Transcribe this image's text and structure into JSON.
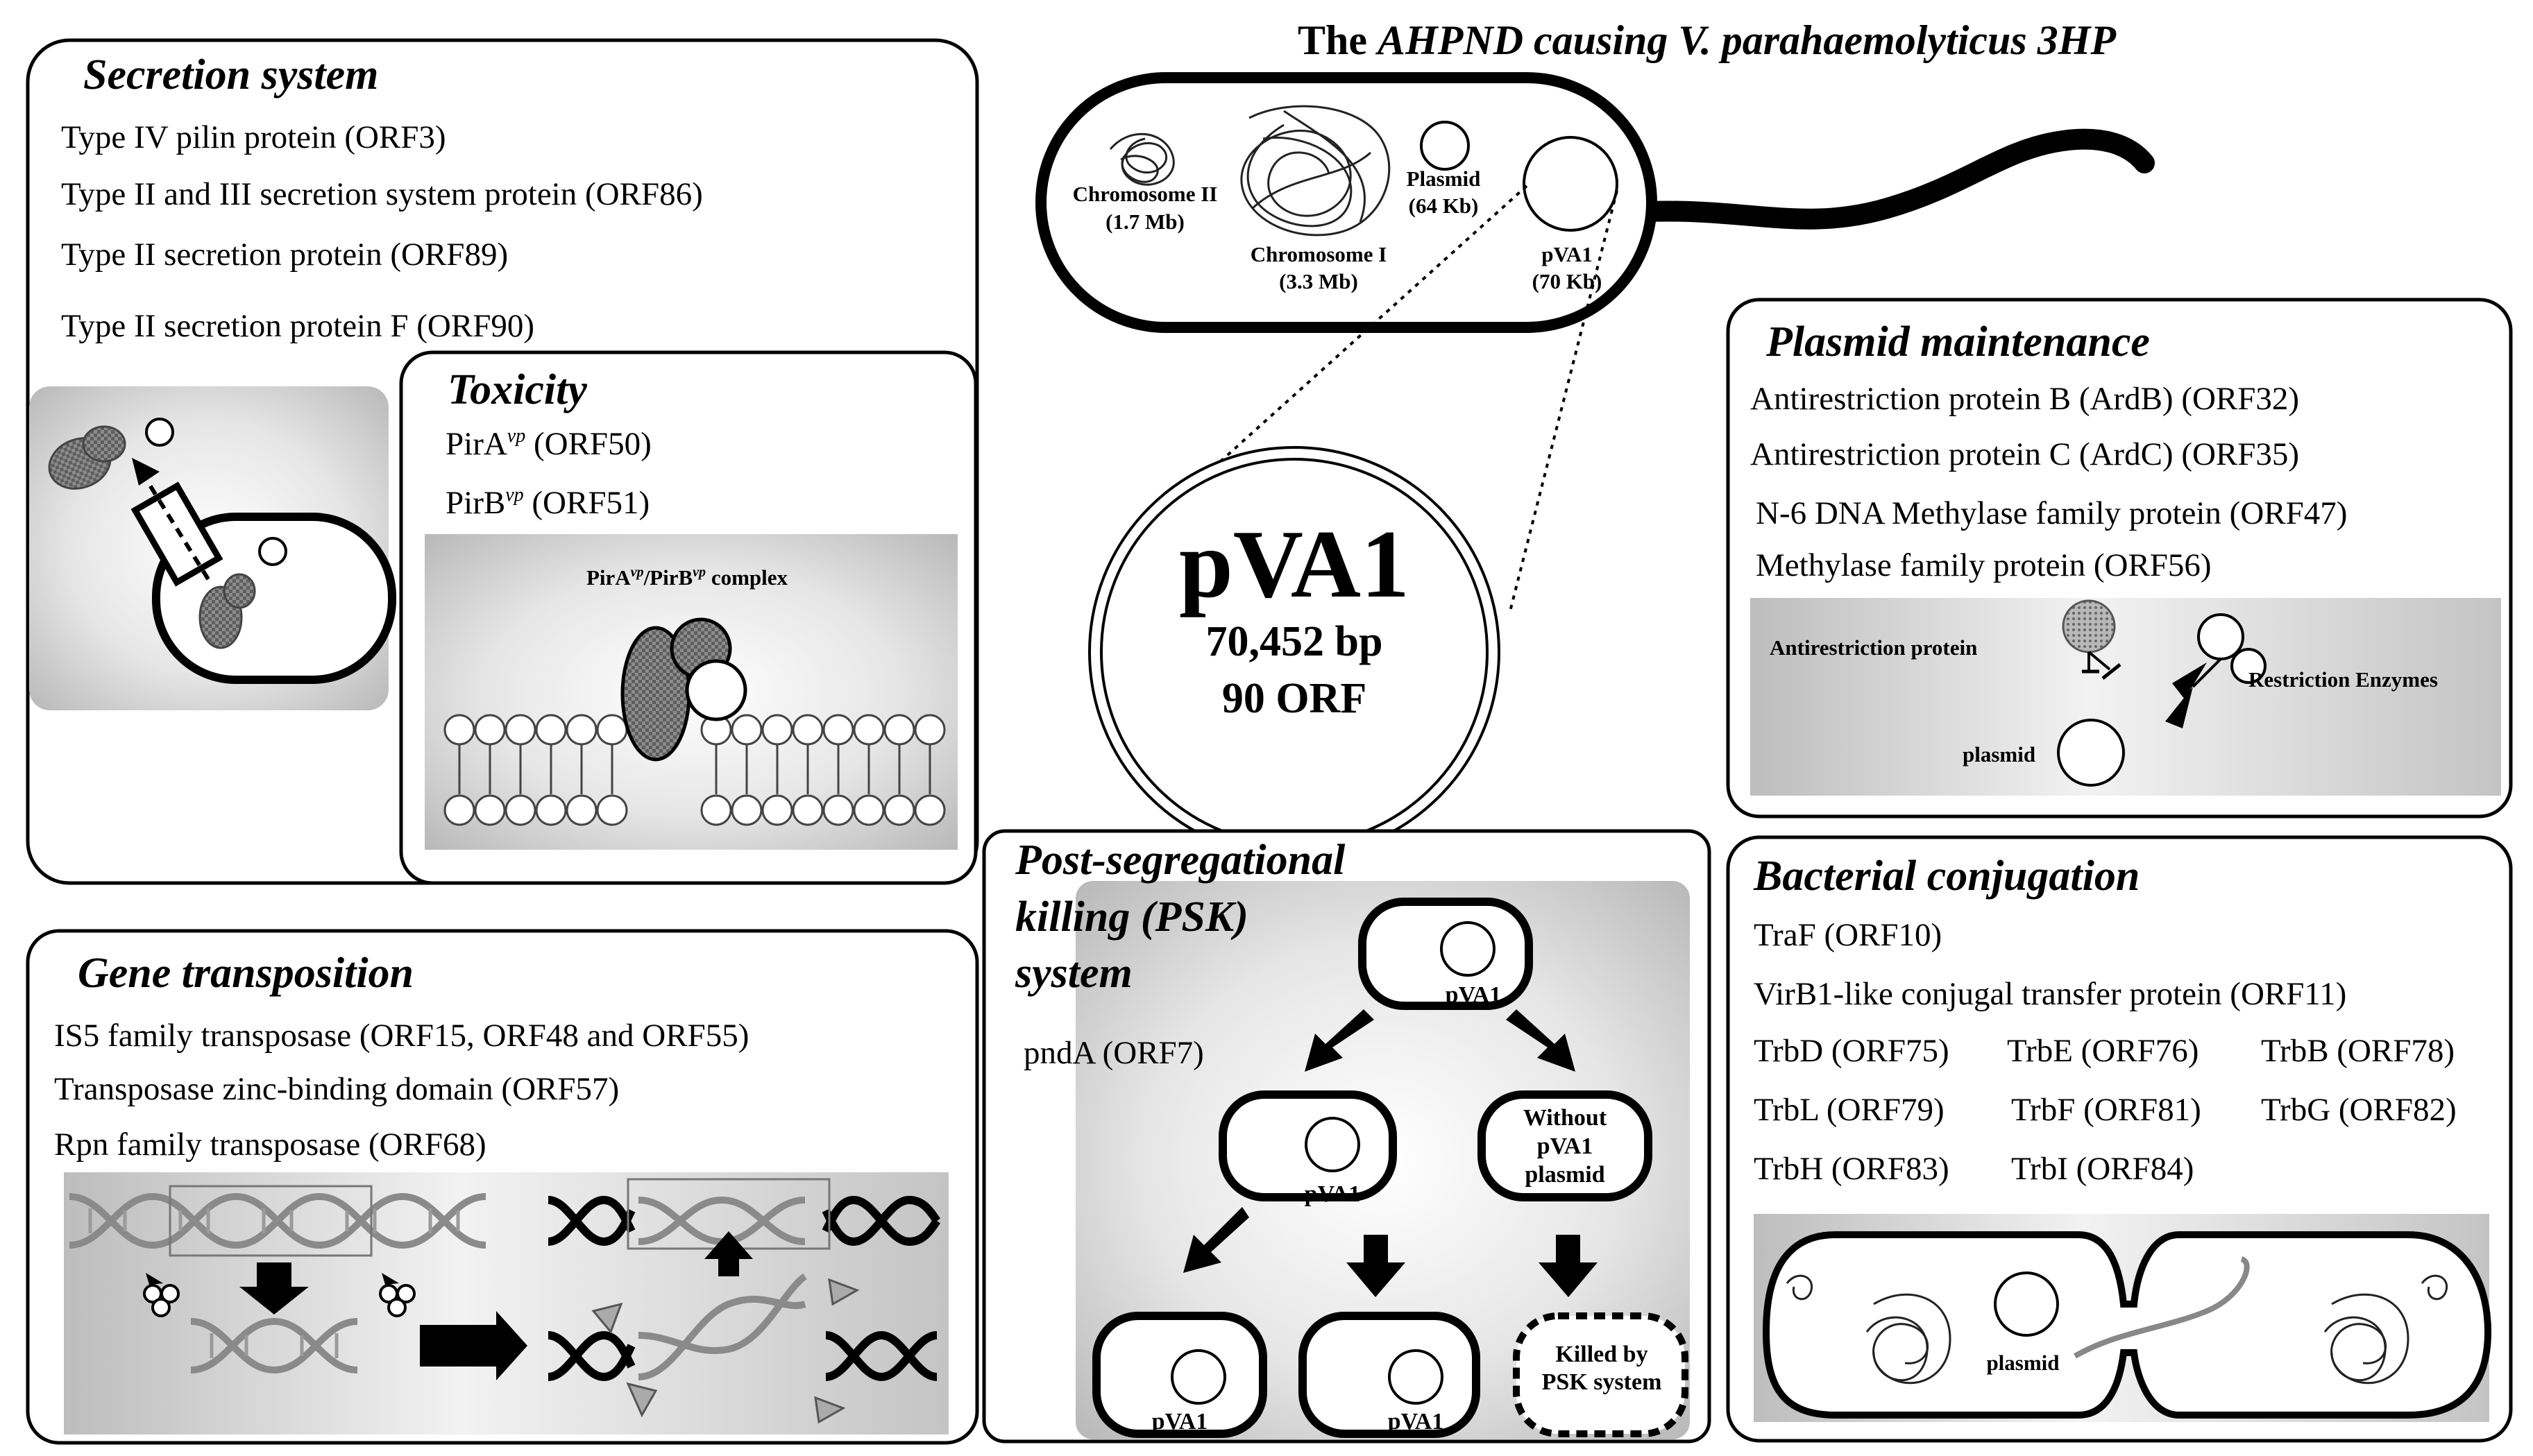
{
  "title": {
    "prefix": "The ",
    "italic": "AHPND causing V. parahaemolyticus 3HP"
  },
  "bacterium": {
    "chr2_name": "Chromosome II",
    "chr2_size": "(1.7 Mb)",
    "chr1_name": "Chromosome I",
    "chr1_size": "(3.3 Mb)",
    "plasmid_name": "Plasmid",
    "plasmid_size": "(64 Kb)",
    "pva1_name": "pVA1",
    "pva1_size": "(70 Kb)"
  },
  "center": {
    "name": "pVA1",
    "bp": "70,452 bp",
    "orf": "90 ORF"
  },
  "secretion": {
    "heading": "Secretion system",
    "items": [
      "Type IV pilin protein (ORF3)",
      "Type II and III secretion system protein (ORF86)",
      "Type II secretion protein (ORF89)",
      "Type II secretion protein F (ORF90)"
    ]
  },
  "toxicity": {
    "heading": "Toxicity",
    "pira": "PirA",
    "pirb": "PirB",
    "sup": "vp",
    "pira_orf": " (ORF50)",
    "pirb_orf": " (ORF51)",
    "complex_a": "PirA",
    "complex_sep": "/PirB",
    "complex_suffix": " complex"
  },
  "plasmid_maintenance": {
    "heading": "Plasmid maintenance",
    "items": [
      "Antirestriction protein B (ArdB) (ORF32)",
      "Antirestriction protein C (ArdC) (ORF35)",
      "N-6 DNA Methylase family protein (ORF47)",
      "Methylase family protein (ORF56)"
    ],
    "antirestriction_label": "Antirestriction protein",
    "restriction_label": "Restriction Enzymes",
    "plasmid_label": "plasmid"
  },
  "gene_transposition": {
    "heading": "Gene transposition",
    "items": [
      "IS5 family transposase (ORF15, ORF48 and ORF55)",
      "Transposase zinc-binding domain (ORF57)",
      "Rpn family transposase (ORF68)"
    ]
  },
  "psk": {
    "heading_lines": [
      "Post-segregational",
      "killing (PSK)",
      "system"
    ],
    "item": "pndA (ORF7)",
    "pva1": "pVA1",
    "without_lines": [
      "Without",
      "pVA1",
      "plasmid"
    ],
    "killed_lines": [
      "Killed by",
      "PSK system"
    ]
  },
  "conjugation": {
    "heading": "Bacterial conjugation",
    "items_row1": [
      "TraF (ORF10)"
    ],
    "items_row2": [
      "VirB1-like conjugal transfer protein (ORF11)"
    ],
    "grid": [
      [
        "TrbD (ORF75)",
        "TrbE (ORF76)",
        "TrbB (ORF78)"
      ],
      [
        "TrbL (ORF79)",
        "TrbF (ORF81)",
        "TrbG (ORF82)"
      ],
      [
        "TrbH (ORF83)",
        "TrbI (ORF84)",
        ""
      ]
    ],
    "plasmid_label": "plasmid"
  }
}
